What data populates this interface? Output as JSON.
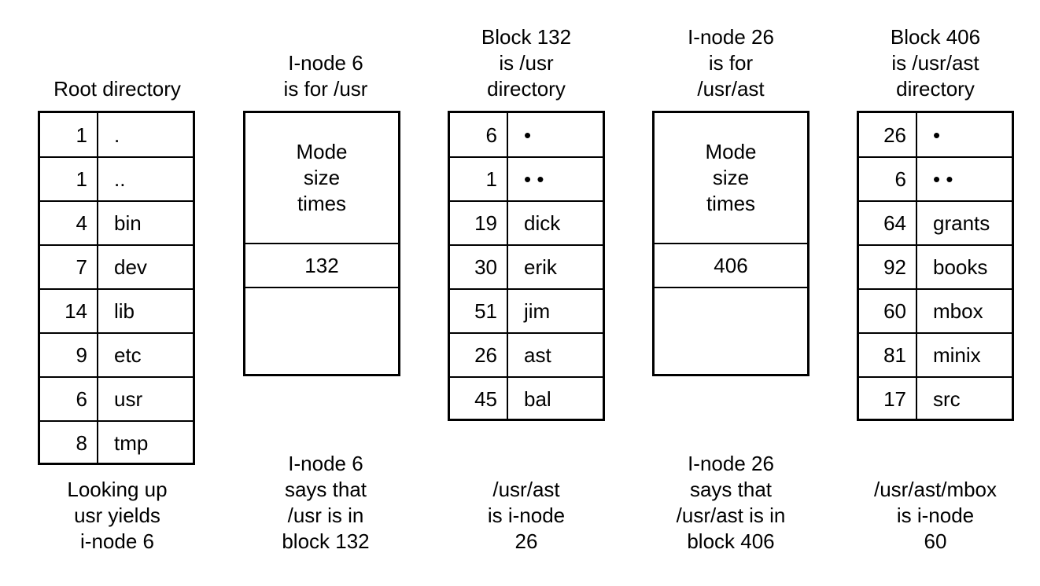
{
  "columns": [
    {
      "kind": "directory",
      "header": [
        "Root directory"
      ],
      "entries": [
        {
          "inode": "1",
          "name": "."
        },
        {
          "inode": "1",
          "name": ".."
        },
        {
          "inode": "4",
          "name": "bin"
        },
        {
          "inode": "7",
          "name": "dev"
        },
        {
          "inode": "14",
          "name": "lib"
        },
        {
          "inode": "9",
          "name": "etc"
        },
        {
          "inode": "6",
          "name": "usr"
        },
        {
          "inode": "8",
          "name": "tmp"
        }
      ],
      "footer": [
        "Looking up",
        "usr yields",
        "i-node 6"
      ]
    },
    {
      "kind": "inode",
      "header": [
        "I-node 6",
        "is for /usr"
      ],
      "attributes": [
        "Mode",
        "size",
        "times"
      ],
      "block": "132",
      "footer": [
        "I-node 6",
        "says that",
        "/usr is in",
        "block 132"
      ]
    },
    {
      "kind": "directory",
      "header": [
        "Block 132",
        "is /usr",
        "directory"
      ],
      "entries": [
        {
          "inode": "6",
          "name": "•"
        },
        {
          "inode": "1",
          "name": "• •"
        },
        {
          "inode": "19",
          "name": "dick"
        },
        {
          "inode": "30",
          "name": "erik"
        },
        {
          "inode": "51",
          "name": "jim"
        },
        {
          "inode": "26",
          "name": "ast"
        },
        {
          "inode": "45",
          "name": "bal"
        }
      ],
      "footer": [
        "/usr/ast",
        "is i-node",
        "26"
      ]
    },
    {
      "kind": "inode",
      "header": [
        "I-node 26",
        "is for",
        "/usr/ast"
      ],
      "attributes": [
        "Mode",
        "size",
        "times"
      ],
      "block": "406",
      "footer": [
        "I-node 26",
        "says that",
        "/usr/ast is in",
        "block 406"
      ]
    },
    {
      "kind": "directory",
      "header": [
        "Block 406",
        "is /usr/ast",
        "directory"
      ],
      "entries": [
        {
          "inode": "26",
          "name": "•"
        },
        {
          "inode": "6",
          "name": "• •"
        },
        {
          "inode": "64",
          "name": "grants"
        },
        {
          "inode": "92",
          "name": "books"
        },
        {
          "inode": "60",
          "name": "mbox"
        },
        {
          "inode": "81",
          "name": "minix"
        },
        {
          "inode": "17",
          "name": "src"
        }
      ],
      "footer": [
        "/usr/ast/mbox",
        "is i-node",
        "60"
      ]
    }
  ]
}
